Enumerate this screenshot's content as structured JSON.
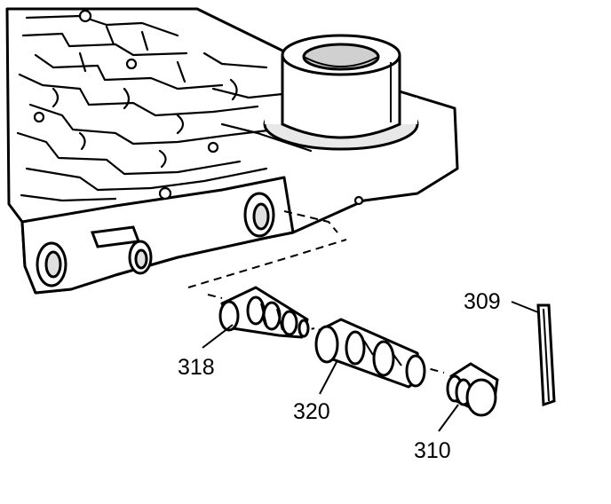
{
  "diagram": {
    "colors": {
      "ink": "#000000",
      "paper": "#ffffff",
      "shade": "#d8d8d8"
    },
    "parts": [
      {
        "id": "valve-body",
        "label": ""
      },
      {
        "id": "accumulator-housing",
        "label": ""
      },
      {
        "id": "valve-318",
        "label": "318"
      },
      {
        "id": "valve-320",
        "label": "320"
      },
      {
        "id": "plug-310",
        "label": "310"
      },
      {
        "id": "pin-309",
        "label": "309"
      }
    ]
  }
}
